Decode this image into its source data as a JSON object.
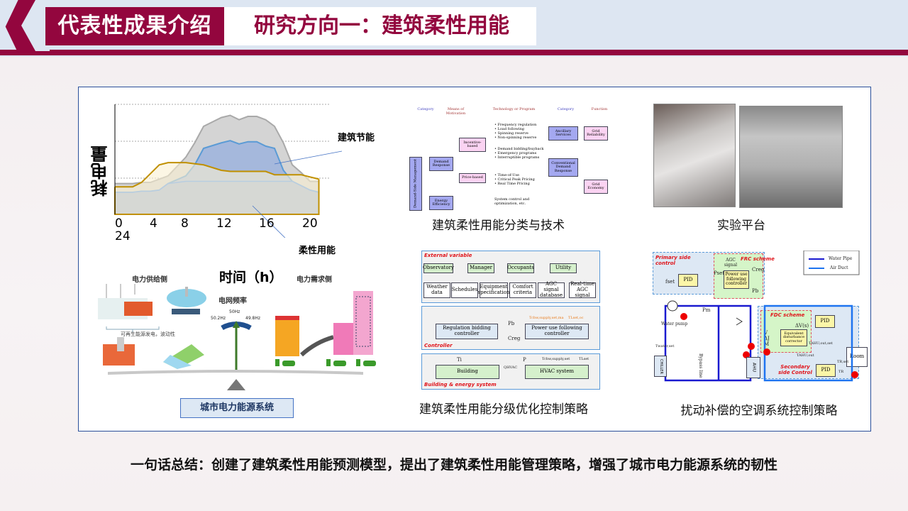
{
  "header": {
    "section_tag": "代表性成果介绍",
    "title": "研究方向一：建筑柔性用能"
  },
  "figure_left": {
    "ylabel": "耗电量",
    "xlabel": "时间（h）",
    "x_ticks": [
      "0",
      "4",
      "8",
      "12",
      "16",
      "20"
    ],
    "x_tick_last": "24",
    "annotation_saving": "建筑节能",
    "annotation_flex": "柔性用能",
    "hours": [
      0,
      2,
      3,
      4,
      5,
      6,
      8,
      9,
      10,
      12,
      13,
      14,
      15,
      16,
      17,
      18,
      19,
      20,
      21,
      22,
      23
    ],
    "series_total": [
      28,
      28,
      29,
      29,
      32,
      35,
      52,
      65,
      80,
      88,
      90,
      86,
      89,
      89,
      86,
      80,
      65,
      45,
      38,
      30,
      30
    ],
    "series_blue": [
      20,
      20,
      21,
      21,
      22,
      28,
      35,
      45,
      60,
      65,
      67,
      64,
      66,
      66,
      62,
      60,
      40,
      30,
      26,
      22,
      20
    ],
    "series_flex": [
      25,
      25,
      29,
      37,
      45,
      47,
      47,
      46,
      45,
      40,
      39,
      39,
      39,
      39,
      39,
      36,
      36,
      36,
      36,
      34,
      32
    ],
    "supply_side": "电力供给侧",
    "demand_side": "电力需求侧",
    "renewable_note": "可再生能源发电，波动性",
    "grid_frequency": "电网频率",
    "freq_center": "50Hz",
    "freq_left": "50.2Hz",
    "freq_right": "49.8Hz",
    "system_label": "城市电力能源系统",
    "colors": {
      "total": "#a9a9a9",
      "blue": "#5b9bd5",
      "flex": "#c09000"
    }
  },
  "figure_dsm": {
    "caption": "建筑柔性用能分类与技术",
    "headers": [
      "Category",
      "Means of Motivation",
      "Technology or Program",
      "Category",
      "Function"
    ],
    "root": "Demand-Side Management",
    "demand_response": "Demand Response",
    "energy_efficiency": "Energy Efficiency",
    "incentive": "Incentive-based",
    "price": "Price-based",
    "tech_1": [
      "Frequency regulation",
      "Load following",
      "Spinning reserve",
      "Non-spinning reserve"
    ],
    "tech_2": [
      "Demand bidding/buyback",
      "Emergency programs",
      "Interruptible programs"
    ],
    "tech_3": [
      "Time-of-Use",
      "Critical Peak Pricing",
      "Real Time Pricing"
    ],
    "tech_4": [
      "System control and",
      "optimization, etc."
    ],
    "ancillary": "Ancillary Services",
    "conventional": "Conventional Demand Response",
    "grid_reliability": "Grid Reliability",
    "grid_economy": "Grid Economy"
  },
  "figure_platform": {
    "caption": "实验平台"
  },
  "figure_control": {
    "caption": "建筑柔性用能分级优化控制策略",
    "external": "External variable",
    "controller": "Controller",
    "building_sys": "Building & energy system",
    "sources": [
      "Observatory",
      "Manager",
      "Occupants",
      "Utility"
    ],
    "inputs": [
      "Weather data",
      "Schedules",
      "Equipment specification",
      "Comfort criteria",
      "AGC signal database",
      "Real-time AGC signal"
    ],
    "reg_ctrl": "Regulation bidding controller",
    "power_ctrl": "Power use following controller",
    "building": "Building",
    "hvac": "HVAC system",
    "sym_pb": "Pb",
    "sym_creg": "Creg",
    "sym_ti": "Ti",
    "sym_p": "P",
    "sym_q": "QHVAC",
    "sym_tchw": "Tchw,supply,set",
    "sym_tlset": "TLset",
    "sym_tchw_ma": "Tchw,supply,set,ma",
    "sym_tlset_oc": "TLset,oc"
  },
  "figure_hvac": {
    "caption": "扰动补偿的空调系统控制策略",
    "primary": "Primary side control",
    "frc": "FRC scheme",
    "fdc": "FDC scheme",
    "secondary": "Secondary side Control",
    "legend_water": "Water Pipe",
    "legend_air": "Air Duct",
    "pid": "PID",
    "power_ctrl": "Power use following controller",
    "agc": "AGC signal",
    "edc": "Equivalent disturbance corrector",
    "pump": "Water pump",
    "bypass": "Bypass line",
    "chiller": "CHILLER",
    "ahu": "AHU",
    "room": "Room",
    "sym_fset": "fset",
    "sym_pset": "Pset",
    "sym_creg": "Creg",
    "sym_pb": "Pb",
    "sym_pm": "Pm",
    "sym_twater": "Twater,set",
    "sym_tahu": "TAHU,out",
    "sym_tahuset": "TAHU,out,set",
    "sym_trset": "TR,set",
    "sym_tr": "TR",
    "sym_v": "V",
    "sym_dj": "ΔJ",
    "sym_m": "M",
    "sym_dv": "ΔV(s)",
    "colors": {
      "water": "#1a1ad0",
      "air": "#1e74f0"
    }
  },
  "summary": "一句话总结：创建了建筑柔性用能预测模型，提出了建筑柔性用能管理策略，增强了城市电力能源系统的韧性"
}
